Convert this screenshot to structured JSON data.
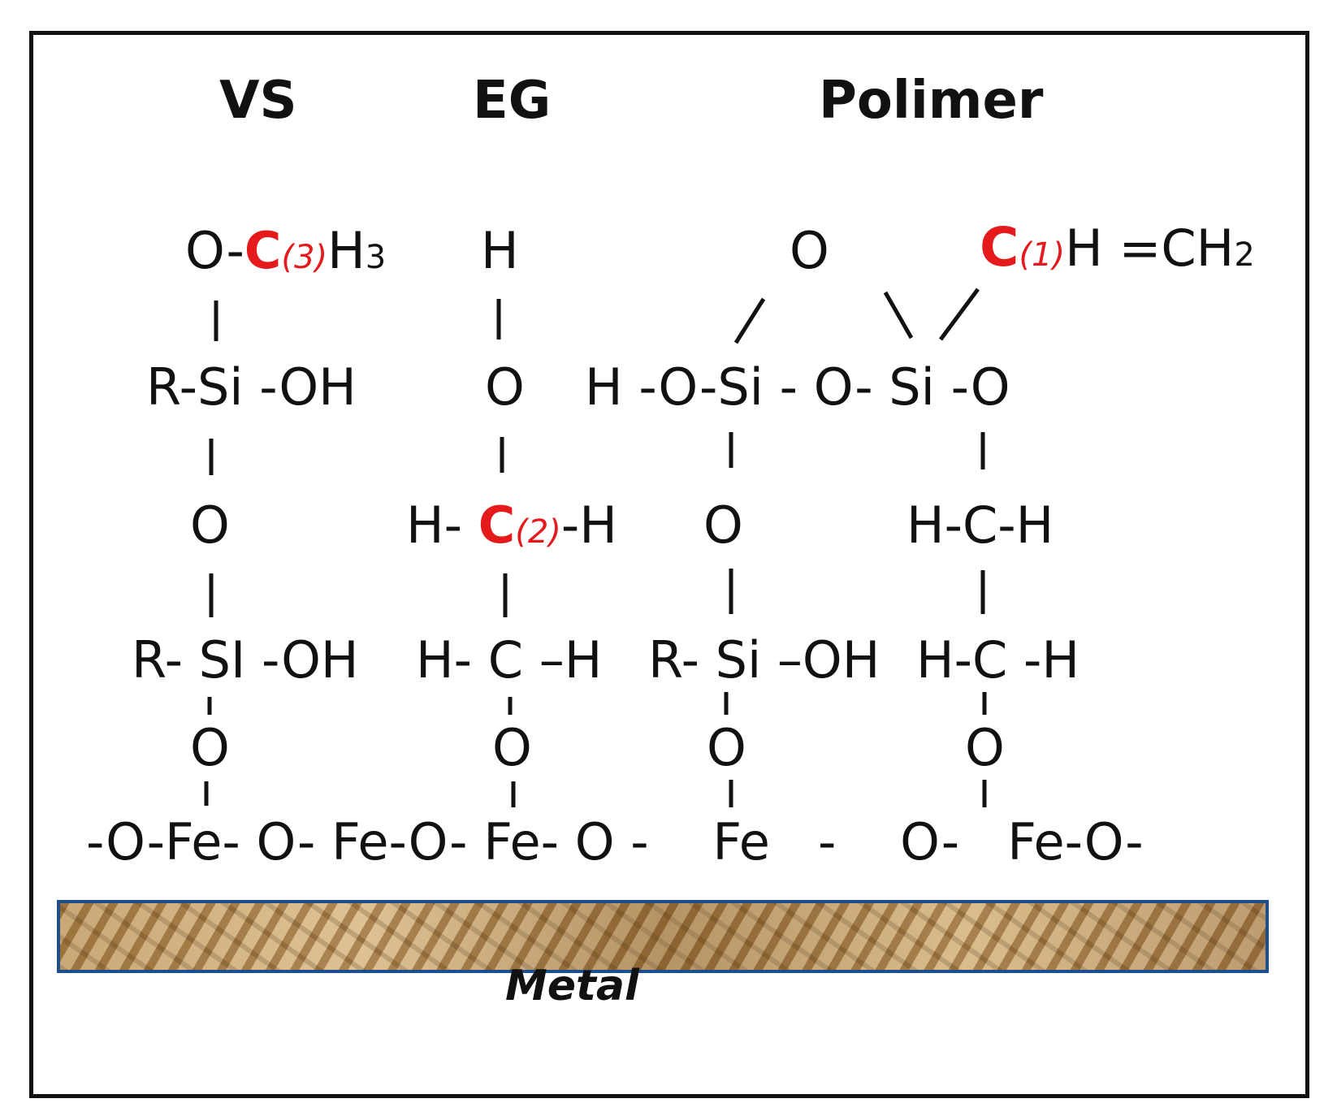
{
  "headers": {
    "vs": "VS",
    "eg": "EG",
    "polymer": "Polimer"
  },
  "vs": {
    "top_o": "O-",
    "top_c": "C",
    "top_c_sub": "(3)",
    "top_h": "H",
    "top_h_sub": "3",
    "row1": "R-Si -OH",
    "row2": "O",
    "row3": "R- SI -OH",
    "row4": "O"
  },
  "eg": {
    "top": "H",
    "row1": "O",
    "row2_left": "H- ",
    "row2_c": "C",
    "row2_c_sub": "(2)",
    "row2_right": "-H",
    "row3": "H-  C –H",
    "row4": "O"
  },
  "polymer": {
    "top_o": "O",
    "top_c": "C",
    "top_c_sub": "(1)",
    "top_rest": "H =CH",
    "top_rest_sub": "2",
    "row1": "H -O-Si - O-  Si -O",
    "row2_left": "O",
    "row2_right": "H-C-H",
    "row3_left": "R- Si –OH",
    "row3_right": "H-C -H",
    "row4_left": "O",
    "row4_right": "O"
  },
  "surface_chain": "-O-Fe- O- Fe-O- Fe- O -    Fe   -    O-   Fe-O-",
  "metal_label": "Metal",
  "colors": {
    "highlight": "#e41a1c",
    "surface_border": "#1f4e8c",
    "frame": "#111111"
  }
}
